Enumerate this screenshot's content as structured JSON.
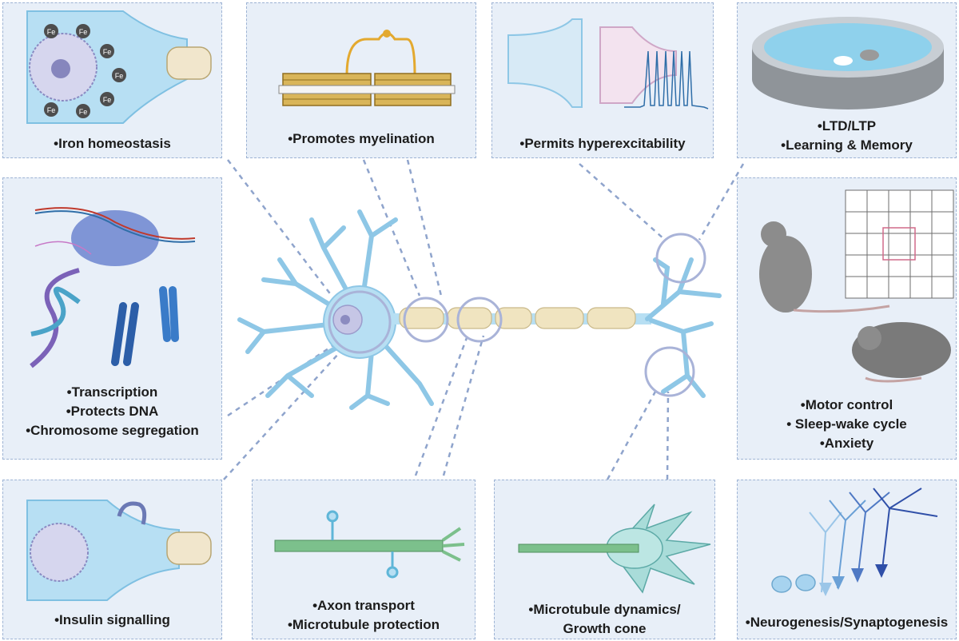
{
  "panels": {
    "iron": {
      "lines": [
        "•Iron homeostasis"
      ],
      "fe_label": "Fe"
    },
    "myelin": {
      "lines": [
        "•Promotes myelination"
      ]
    },
    "excit": {
      "lines": [
        "•Permits hyperexcitability"
      ]
    },
    "ltp": {
      "lines": [
        "•LTD/LTP",
        "•Learning & Memory"
      ]
    },
    "dna": {
      "lines": [
        "•Transcription",
        "•Protects DNA",
        "•Chromosome segregation"
      ]
    },
    "behavior": {
      "lines": [
        "•Motor control",
        "• Sleep-wake cycle",
        "•Anxiety"
      ]
    },
    "insulin": {
      "lines": [
        "•Insulin signalling"
      ]
    },
    "transport": {
      "lines": [
        "•Axon transport",
        "•Microtubule protection"
      ]
    },
    "growth": {
      "lines": [
        "•Microtubule dynamics/",
        "Growth cone"
      ]
    },
    "neurogenesis": {
      "lines": [
        "•Neurogenesis/Synaptogenesis"
      ]
    }
  },
  "colors": {
    "panel_bg": "#e8eff8",
    "panel_border": "#9db3d4",
    "neuron": "#b7dff3",
    "neuron_outline": "#8ec7e6",
    "myelin": "#f0e4c0",
    "connector": "#8fa4cc",
    "highlight_circle": "#a9b3d8"
  }
}
